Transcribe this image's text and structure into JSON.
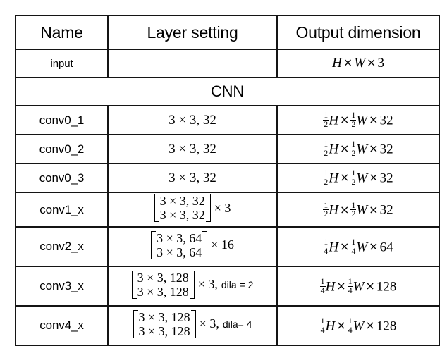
{
  "table": {
    "columns": [
      "Name",
      "Layer setting",
      "Output dimension"
    ],
    "section_label": "CNN",
    "rows": [
      {
        "name": "input",
        "setting": "",
        "out_frac": "",
        "out_h": "H",
        "out_w": "W",
        "out_ch": "3"
      },
      {
        "name": "conv0_1",
        "setting": "3 × 3, 32",
        "out_num": "1",
        "out_den": "2",
        "out_h": "H",
        "out_w": "W",
        "out_ch": "32"
      },
      {
        "name": "conv0_2",
        "setting": "3 × 3, 32",
        "out_num": "1",
        "out_den": "2",
        "out_h": "H",
        "out_w": "W",
        "out_ch": "32"
      },
      {
        "name": "conv0_3",
        "setting": "3 × 3, 32",
        "out_num": "1",
        "out_den": "2",
        "out_h": "H",
        "out_w": "W",
        "out_ch": "32"
      },
      {
        "name": "conv1_x",
        "matrix_row1": "3 × 3, 32",
        "matrix_row2": "3 × 3, 32",
        "repeat": "× 3",
        "dilation": "",
        "out_num": "1",
        "out_den": "2",
        "out_h": "H",
        "out_w": "W",
        "out_ch": "32"
      },
      {
        "name": "conv2_x",
        "matrix_row1": "3 × 3, 64",
        "matrix_row2": "3 × 3, 64",
        "repeat": "× 16",
        "dilation": "",
        "out_num": "1",
        "out_den": "4",
        "out_h": "H",
        "out_w": "W",
        "out_ch": "64"
      },
      {
        "name": "conv3_x",
        "matrix_row1": "3 × 3, 128",
        "matrix_row2": "3 × 3, 128",
        "repeat": "× 3,",
        "dilation": "dila = 2",
        "out_num": "1",
        "out_den": "4",
        "out_h": "H",
        "out_w": "W",
        "out_ch": "128"
      },
      {
        "name": "conv4_x",
        "matrix_row1": "3 × 3, 128",
        "matrix_row2": "3 × 3, 128",
        "repeat": "× 3,",
        "dilation": "dila= 4",
        "out_num": "1",
        "out_den": "4",
        "out_h": "H",
        "out_w": "W",
        "out_ch": "128"
      }
    ],
    "symbols": {
      "times": "×"
    },
    "colors": {
      "border": "#141414",
      "text": "#000000",
      "background": "#ffffff"
    }
  }
}
